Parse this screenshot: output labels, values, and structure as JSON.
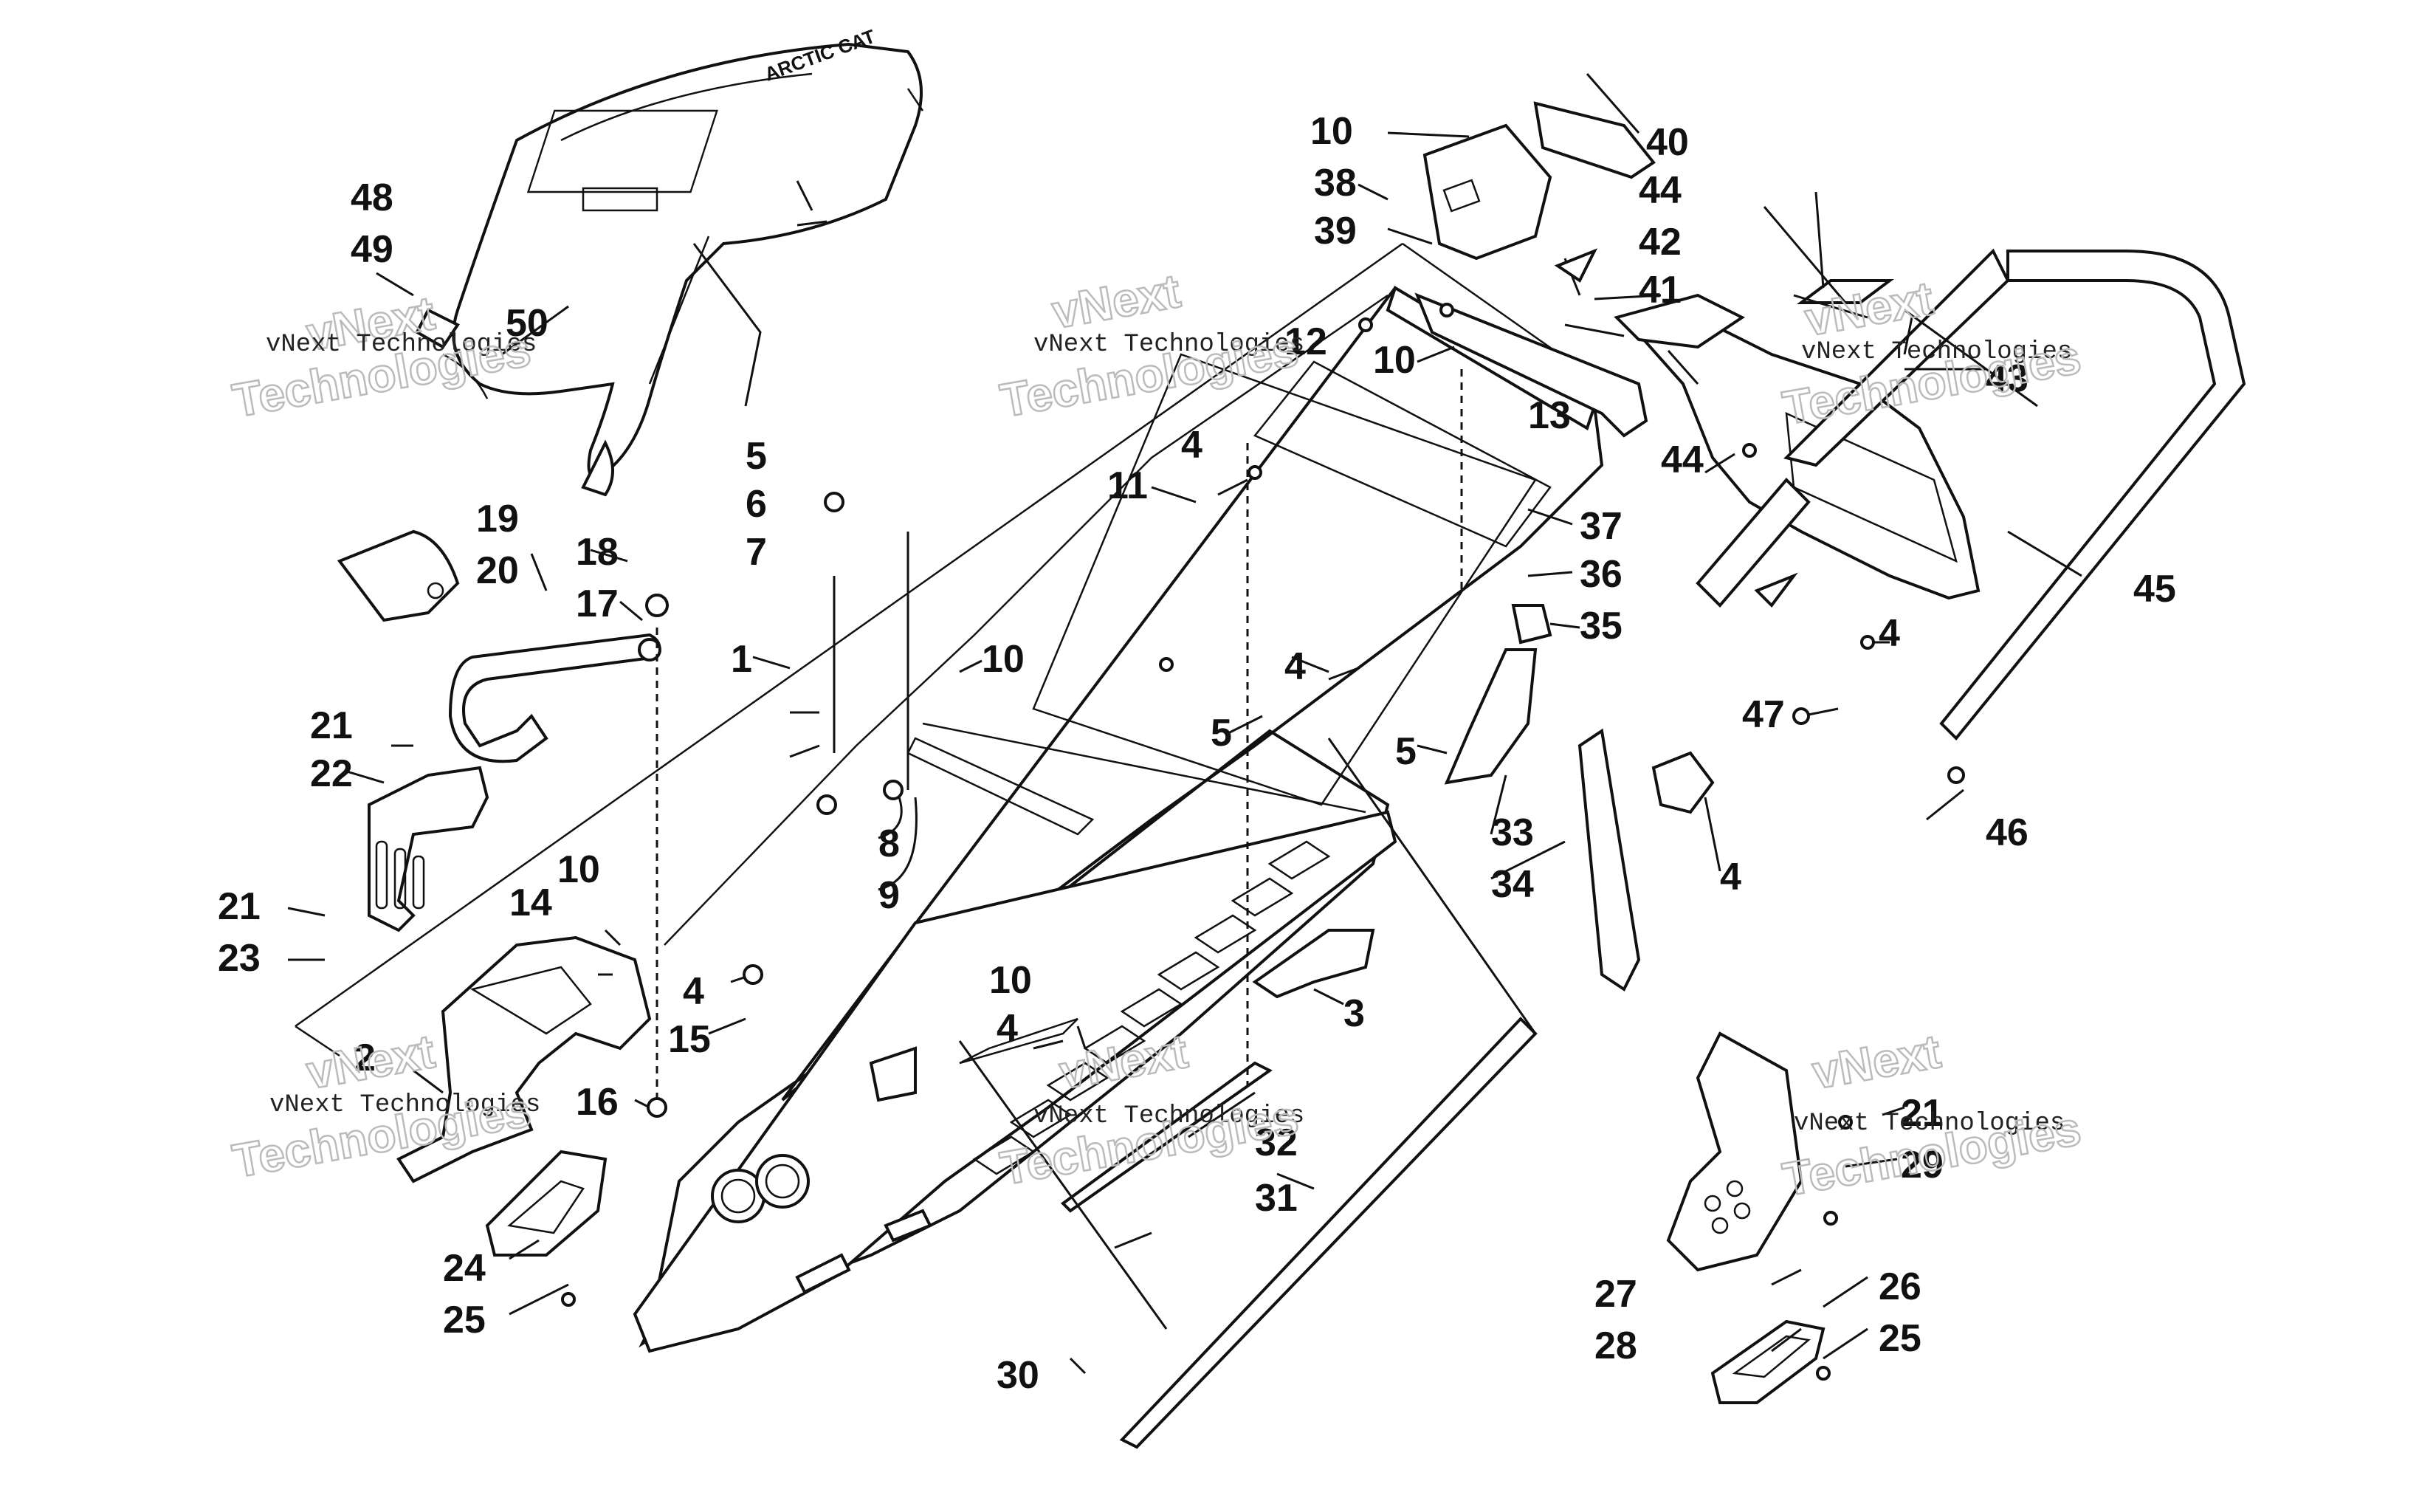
{
  "watermark": {
    "line1": "vNext Technologies",
    "line2": "Technologies",
    "brand_fragment": "vNext"
  },
  "seat_brand": "ARCTIC CAT",
  "callouts": [
    "1",
    "2",
    "3",
    "4",
    "5",
    "6",
    "7",
    "8",
    "9",
    "10",
    "11",
    "12",
    "13",
    "14",
    "15",
    "16",
    "17",
    "18",
    "19",
    "20",
    "21",
    "22",
    "23",
    "24",
    "25",
    "26",
    "27",
    "28",
    "29",
    "30",
    "31",
    "32",
    "33",
    "34",
    "35",
    "36",
    "37",
    "38",
    "39",
    "40",
    "41",
    "42",
    "43",
    "44",
    "45",
    "46",
    "47",
    "48",
    "49",
    "50"
  ],
  "colors": {
    "ink": "#111111",
    "paper": "#ffffff",
    "watermark": "#bbbbbb"
  }
}
